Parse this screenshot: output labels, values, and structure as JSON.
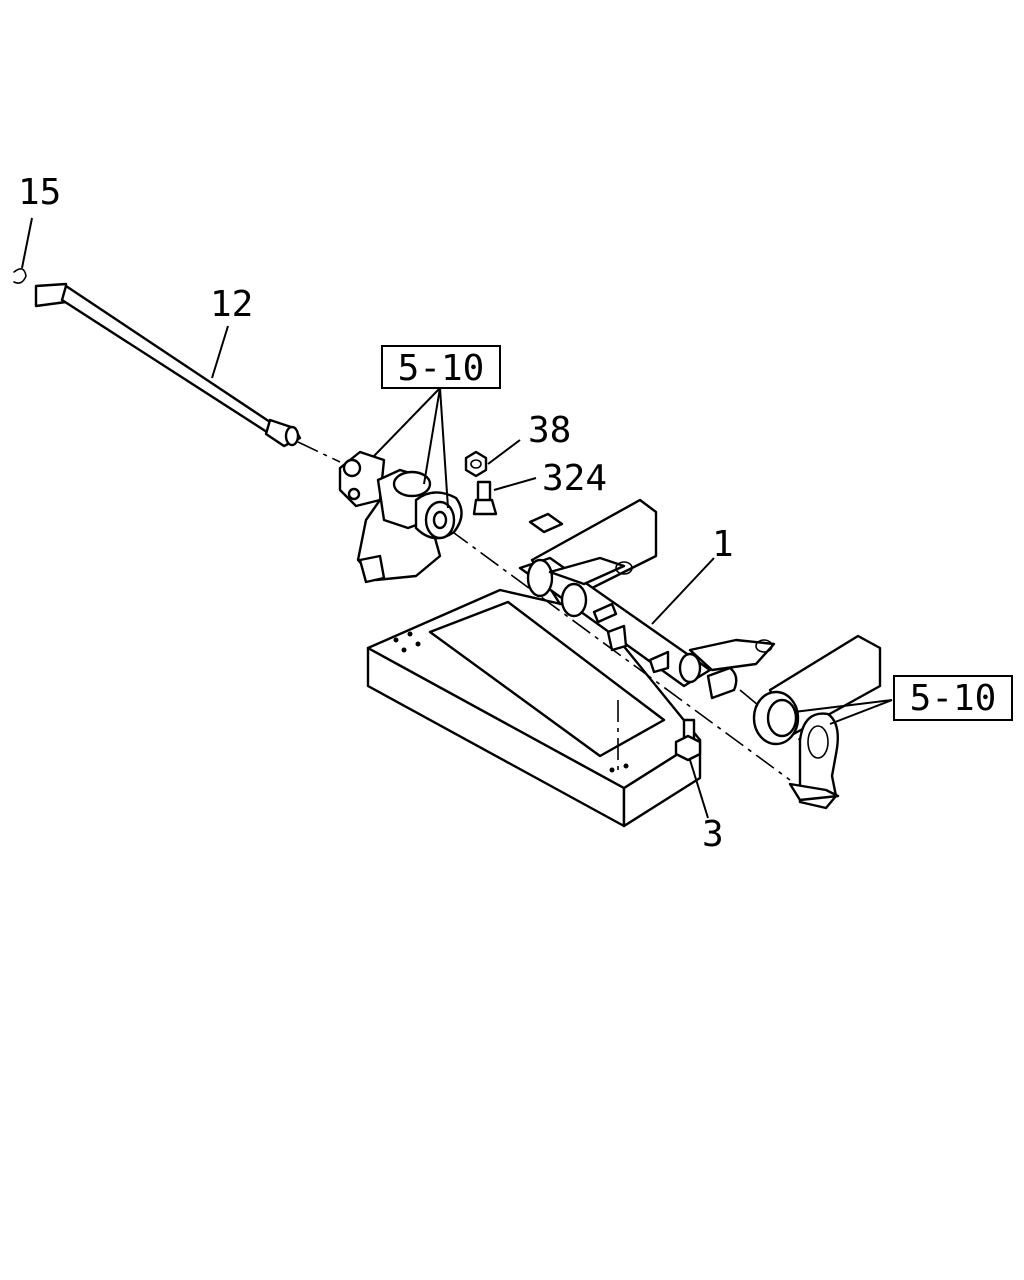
{
  "callouts": {
    "part_15": "15",
    "part_12": "12",
    "part_38": "38",
    "part_324": "324",
    "part_1": "1",
    "part_3": "3",
    "ref_box_upper": "5-10",
    "ref_box_right": "5-10"
  }
}
